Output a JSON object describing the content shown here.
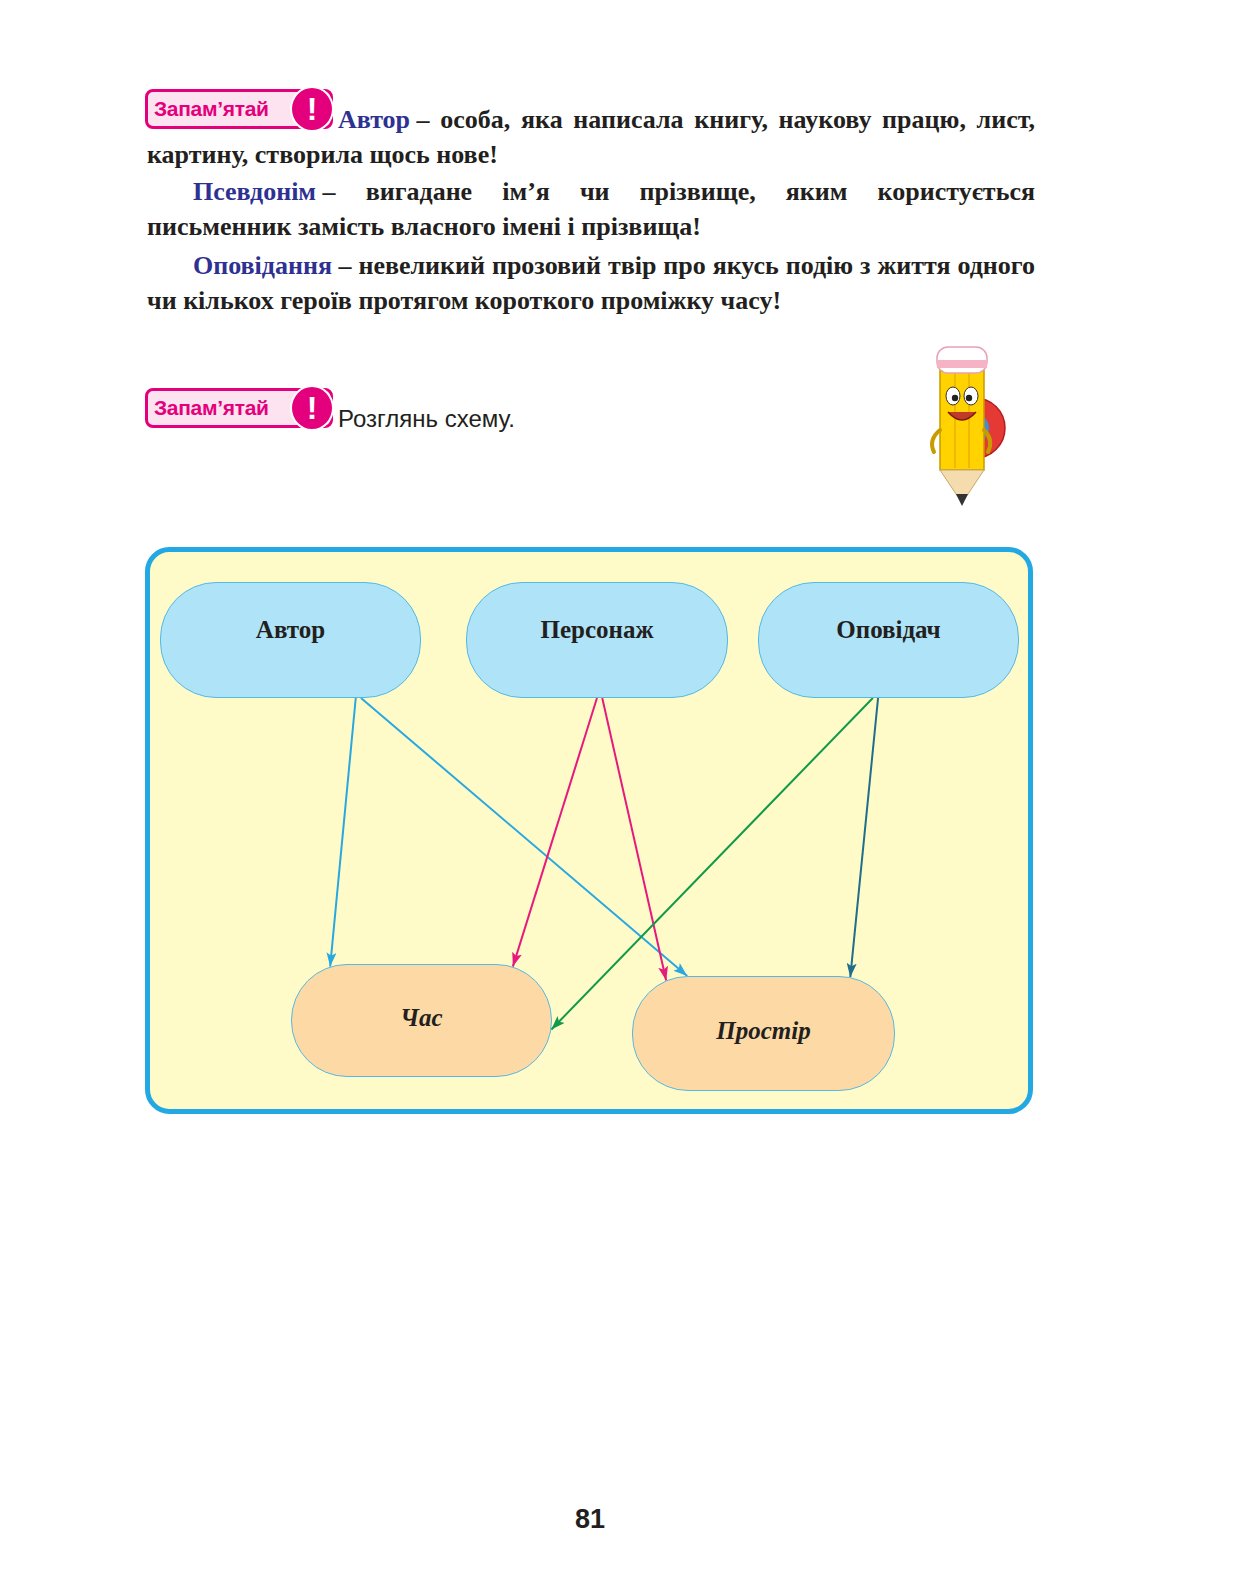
{
  "diagram": {
    "nodes": [
      {
        "text": [
          "Запам’ятай",
          "!"
        ]
      },
      {
        "text": [
          "Запам’ятай",
          "!"
        ]
      },
      {
        "text": [
          "Автор"
        ]
      },
      {
        "text": [
          "Персонаж"
        ]
      },
      {
        "text": [
          "Оповідач"
        ]
      },
      {
        "text": [
          "Час"
        ]
      },
      {
        "text": [
          "Простір"
        ]
      }
    ],
    "edges": [
      {
        "from": 2,
        "to": 5,
        "arrow": "to"
      },
      {
        "from": 2,
        "to": 6,
        "arrow": "to"
      },
      {
        "from": 3,
        "to": 5,
        "arrow": "to"
      },
      {
        "from": 3,
        "to": 6,
        "arrow": "to"
      },
      {
        "from": 4,
        "to": 5,
        "arrow": "to"
      },
      {
        "from": 4,
        "to": 6,
        "arrow": "to"
      }
    ],
    "labels": [
      "Автор",
      "– особа, яка написала книгу, наукову працю, лист, картину, створила щось нове!",
      "Псевдонім",
      "– вигадане ім’я чи прізвище, яким користується письменник замість власного імені і прізвища!",
      "Оповідання",
      "– невеликий прозовий твір про якусь подію з життя одного чи кількох героїв протягом короткого проміжку часу!",
      "Розглянь схему.",
      "81"
    ]
  }
}
